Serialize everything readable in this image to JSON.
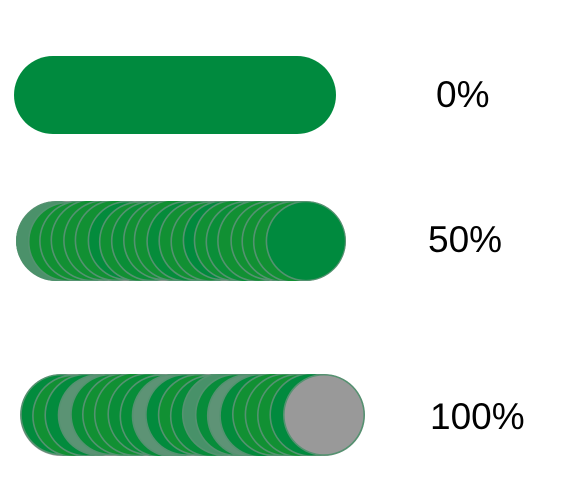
{
  "colors": {
    "green": "#008a3e",
    "mid_green": "#119033",
    "gray": "#999999",
    "background": "#ffffff"
  },
  "bars": [
    {
      "label": "0%",
      "mix_fraction": 0.0
    },
    {
      "label": "50%",
      "mix_fraction": 0.5
    },
    {
      "label": "100%",
      "mix_fraction": 1.0
    }
  ]
}
